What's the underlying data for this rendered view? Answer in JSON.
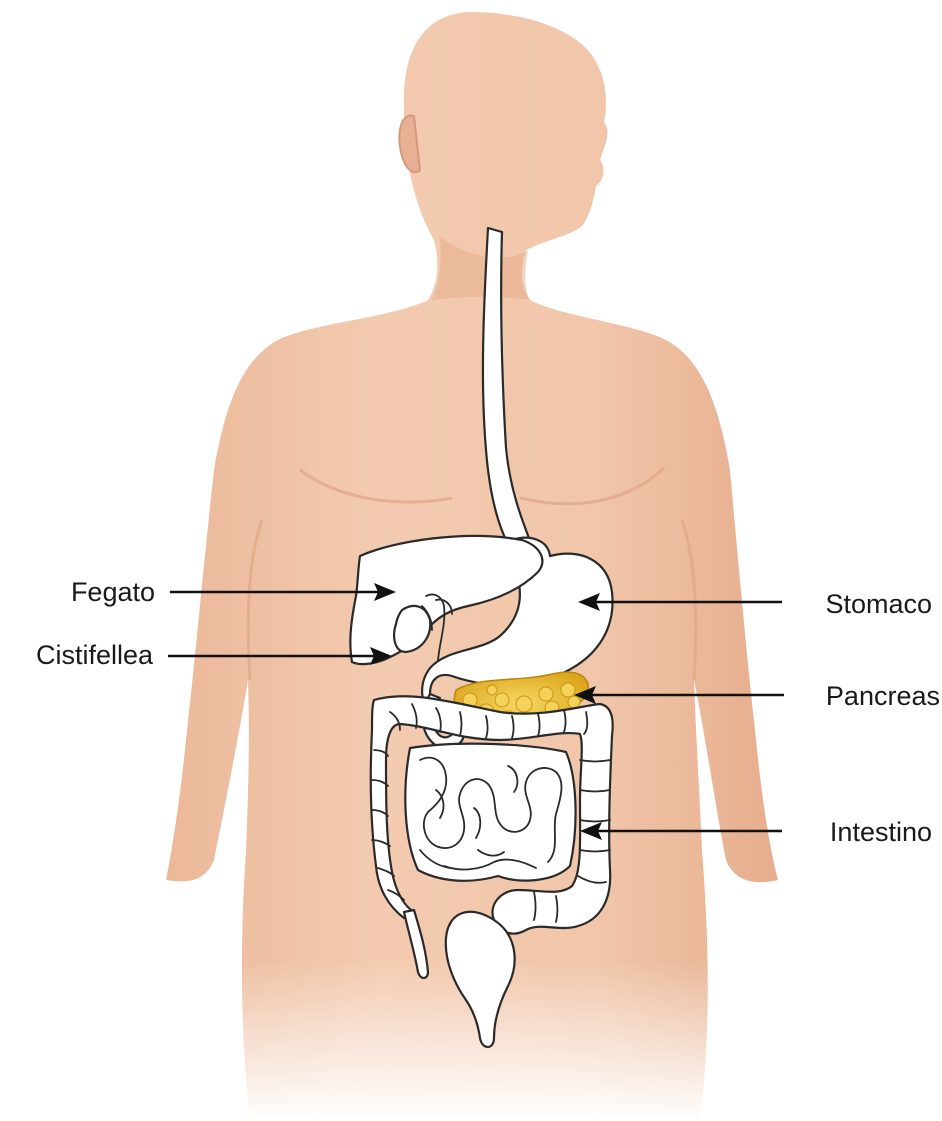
{
  "labels": {
    "fegato": "Fegato",
    "cistifellea": "Cistifellea",
    "stomaco": "Stomaco",
    "pancreas": "Pancreas",
    "intestino": "Intestino"
  },
  "colors": {
    "background": "#ffffff",
    "skin": "#f1c7ab",
    "skin_shadow": "#e2a888",
    "organ_fill": "#ffffff",
    "organ_outline": "#2a2a2a",
    "pancreas_fill": "#e8b321",
    "pancreas_highlight": "#f4d45c",
    "label_text": "#1a1a1a",
    "arrow": "#111111"
  }
}
